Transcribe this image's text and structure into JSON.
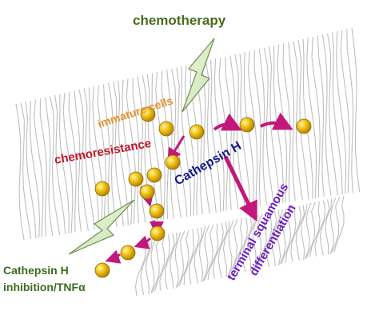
{
  "labels": {
    "chemotherapy": "chemotherapy",
    "immature_cells": "immature cells",
    "chemoresistance": "chemoresistance",
    "cathepsin_h": "Cathepsin H",
    "terminal_line1": "terminal squamous",
    "terminal_line2": "differentiation",
    "inhibition_line1": "Cathepsin H",
    "inhibition_line2": "inhibition/TNFα"
  },
  "colors": {
    "chemotherapy": "#4a6b1a",
    "immature_cells": "#e8922e",
    "chemoresistance": "#c4162a",
    "cathepsin_h": "#1a1a8c",
    "terminal": "#6a1fc0",
    "inhibition": "#3d6b1e",
    "arrow": "#c2187a",
    "cell": "#e6b800",
    "bolt": "#d8edc0"
  },
  "icons": {
    "bolt": "lightning-bolt-icon",
    "cell": "cell-sphere-icon",
    "tissue": "tissue-layers-illustration"
  }
}
